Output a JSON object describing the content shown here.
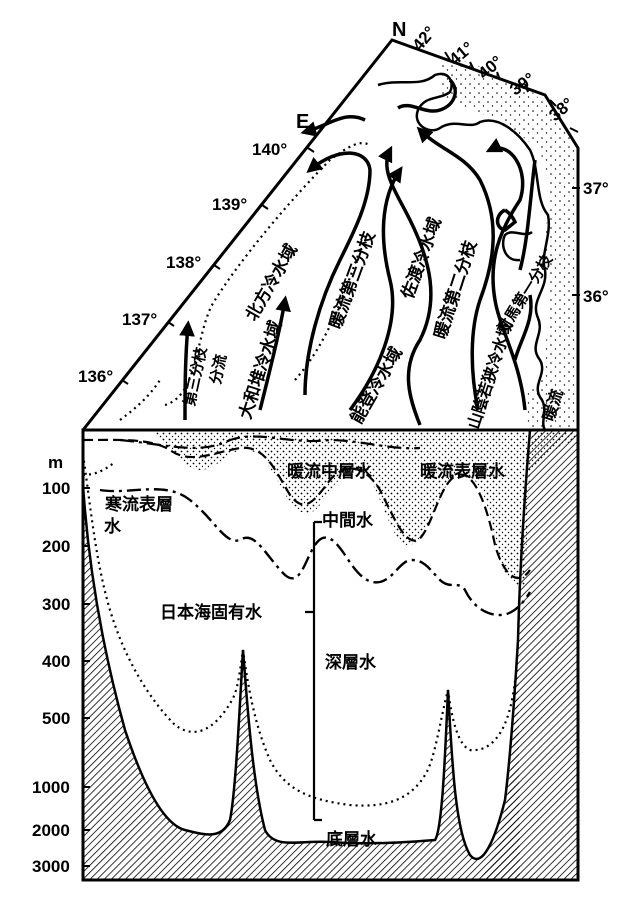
{
  "compass": {
    "north": "N",
    "east": "E"
  },
  "latitudes": [
    "42°",
    "41°",
    "40°",
    "39°",
    "38°",
    "37°",
    "36°"
  ],
  "longitudes": [
    "140°",
    "139°",
    "138°",
    "137°",
    "136°"
  ],
  "surface_labels": {
    "north_cold": "北方冷水域",
    "warm_branch3_a": "暖流第三分枝",
    "warm_branch3_b": "第三分枝",
    "branch_flow": "分流",
    "yamato_cold": "大和堆冷水域",
    "sado_cold": "佐渡冷水域",
    "warm_branch2": "暖流第二分枝",
    "noto_cold": "能登冷水域",
    "tsushima_branch1": "対馬第一分枝",
    "sanin_cold": "山陰若狭冷水域",
    "warm_flow": "暖流"
  },
  "section": {
    "depth_unit": "m",
    "depth_ticks": [
      "100",
      "200",
      "300",
      "400",
      "500",
      "1000",
      "2000",
      "3000"
    ],
    "labels": {
      "warm_mid": "暖流中層水",
      "warm_surface": "暖流表層水",
      "cold_surface_1": "寒流表層",
      "cold_surface_2": "水",
      "intermediate": "中間水",
      "proper": "日本海固有水",
      "deep": "深層水",
      "bottom": "底層水"
    }
  }
}
